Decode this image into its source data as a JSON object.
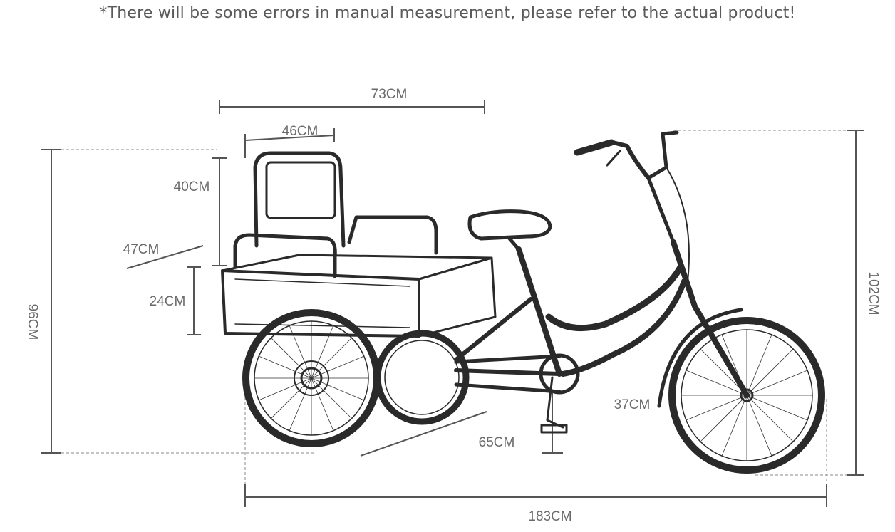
{
  "disclaimer": "*There will be some errors in manual measurement, please refer to the actual product!",
  "dimensions": {
    "top_width": "73CM",
    "seat_width": "46CM",
    "backrest_height": "40CM",
    "basket_depth": "47CM",
    "basket_height": "24CM",
    "total_height_left": "96CM",
    "total_height_right": "102CM",
    "wheel_track": "65CM",
    "pedal_height": "37CM",
    "total_length": "183CM"
  }
}
